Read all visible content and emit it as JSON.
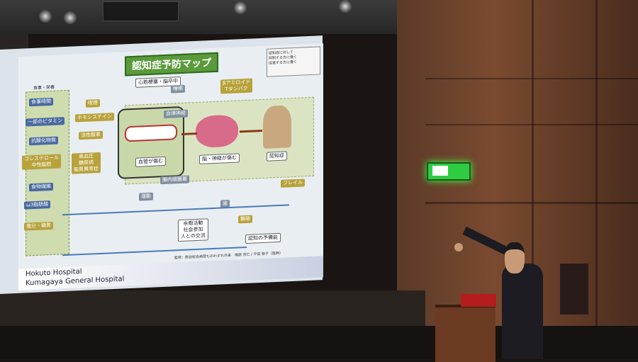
{
  "slide": {
    "title": "認知症予防マップ",
    "legend": [
      "認知症に対して",
      "抑制する方に働く",
      "促進する方に働く"
    ],
    "group_label": "食事・栄養",
    "boxes": {
      "top_center": "心筋梗塞・脳卒中",
      "smoking": "喫煙",
      "homocysteine": "ホモシステイン",
      "active_oxygen": "活性酸素",
      "hypertension": "高血圧\n糖尿病\n脂質異常症",
      "meal_time": "食事時間",
      "vitamin": "一部のビタミン",
      "antioxidant": "抗酸化物質",
      "cholesterol": "コレステロール\n中性脂肪",
      "fiber": "食物繊維",
      "omega3": "ω3脂肪酸",
      "salt_sugar": "塩分・糖質",
      "sleep": "睡眠",
      "amyloid": "βアミロイド\nTタンパク",
      "autonomic": "自律神経",
      "vessel_damage": "血管が傷む",
      "gut": "腸内細菌叢",
      "brain_damage": "脳・神経が傷む",
      "dementia": "認知症",
      "frailty": "フレイル",
      "exercise": "運動",
      "tooth": "歯",
      "hobby": "余暇活動\n社会参加\n人との交流",
      "hearing": "難聴",
      "dementia_prevention": "認知の予備能"
    },
    "credit": "監修：熊谷総合病院ものわすれ外来　鳴原 京仁 / 平田 容子（医師）",
    "footer_line1": "Hokuto Hospital",
    "footer_line2": "Kumagaya General Hospital"
  },
  "colors": {
    "slide_title_bg": "#5a9a3a",
    "exit_sign": "#2ecc40",
    "wall": "#7a4a30"
  }
}
